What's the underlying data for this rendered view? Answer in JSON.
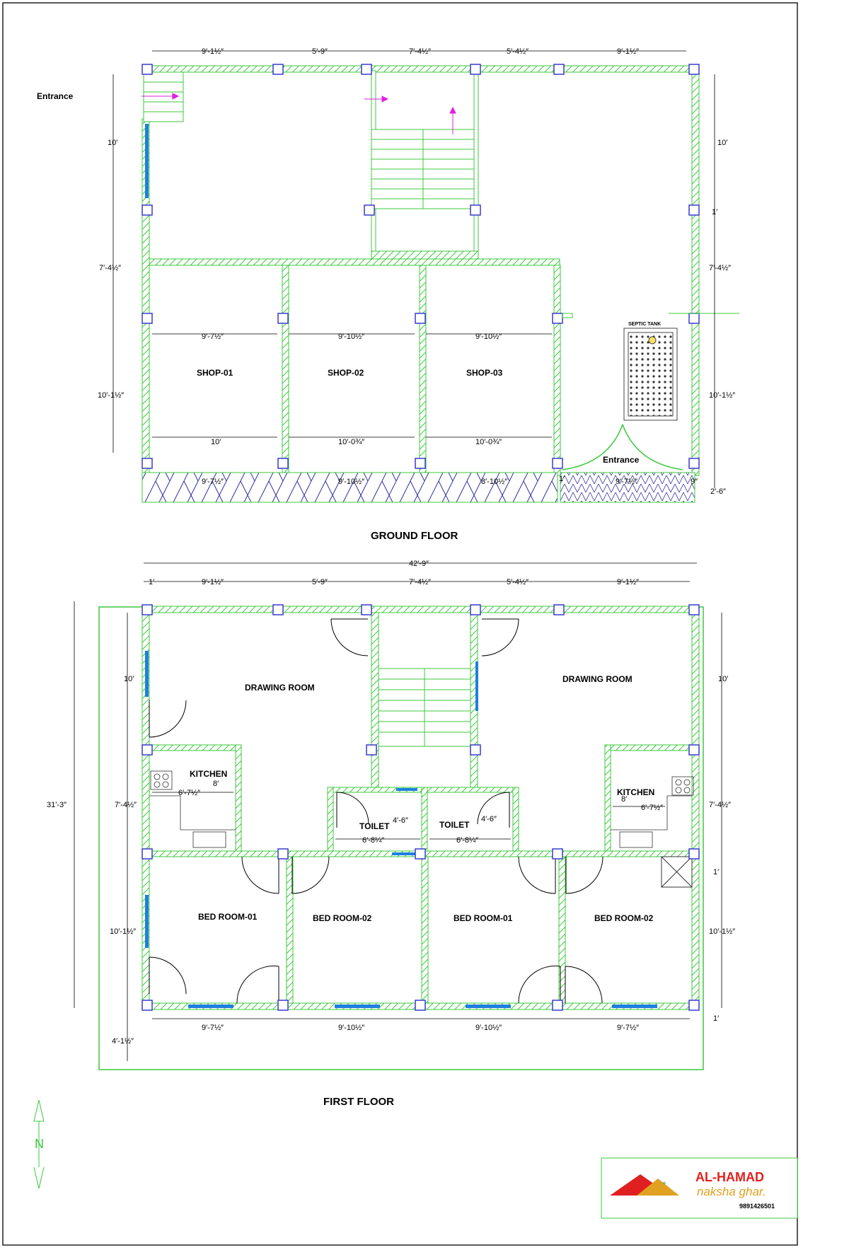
{
  "titles": {
    "ground": "GROUND FLOOR",
    "first": "FIRST FLOOR"
  },
  "ground": {
    "entrance_left": "Entrance",
    "entrance_right": "Entrance",
    "septic": "SEPTIC TANK",
    "shops": [
      "SHOP-01",
      "SHOP-02",
      "SHOP-03"
    ],
    "top_dims": [
      "9′-1½″",
      "5′-9″",
      "7′-4½″",
      "5′-4½″",
      "9′-1½″"
    ],
    "left_dims": [
      "10′",
      "7′-4½″",
      "10′-1½″"
    ],
    "right_dims": [
      "10′",
      "1′",
      "7′-4½″",
      "10′-1½″",
      "2′-6″"
    ],
    "shop_top_dims": [
      "9′-7½″",
      "9′-10½″",
      "9′-10½″"
    ],
    "shop_bottom_dims": [
      "10′",
      "10′-0¾″",
      "10′-0¾″"
    ],
    "front_dims": [
      "9′-7½″",
      "9′-10½″",
      "8′-10½″",
      "1′",
      "9′-7½″",
      "9″"
    ]
  },
  "first": {
    "rooms": {
      "drawing_left": "DRAWING ROOM",
      "drawing_right": "DRAWING ROOM",
      "kitchen_left": "KITCHEN",
      "kitchen_right": "KITCHEN",
      "toilet_left": "TOILET",
      "toilet_right": "TOILET",
      "bed1": "BED ROOM-01",
      "bed2": "BED ROOM-02",
      "bed3": "BED ROOM-01",
      "bed4": "BED ROOM-02"
    },
    "overall_width": "42′-9″",
    "overall_depth": "31′-3″",
    "top_dims": [
      "1′",
      "9′-1½″",
      "5′-9″",
      "7′-4½″",
      "5′-4½″",
      "9′-1½″"
    ],
    "left_dims": [
      "10′",
      "7′-4½″",
      "10′-1½″",
      "4′-1½″"
    ],
    "right_dims": [
      "10′",
      "7′-4½″",
      "1′",
      "10′-1½″",
      "1′"
    ],
    "bottom_dims": [
      "9′-7½″",
      "9′-10½″",
      "9′-10½″",
      "9′-7½″"
    ],
    "kitchen_dims": [
      "6′-7½″",
      "8′",
      "6′-7½″",
      "8′"
    ],
    "toilet_dims": [
      "4′-6″",
      "6′-8¼″",
      "4′-6″",
      "6′-8¼″"
    ]
  },
  "north": "N",
  "logo": {
    "brand": "AL-HAMAD",
    "sub": "naksha ghar.",
    "phone": "9891426501"
  },
  "colors": {
    "wall": "#3cc83c",
    "window": "#1f7fe0",
    "column": "#3a3ad0",
    "arrow": "#e020e0",
    "logo_red": "#e02020"
  }
}
